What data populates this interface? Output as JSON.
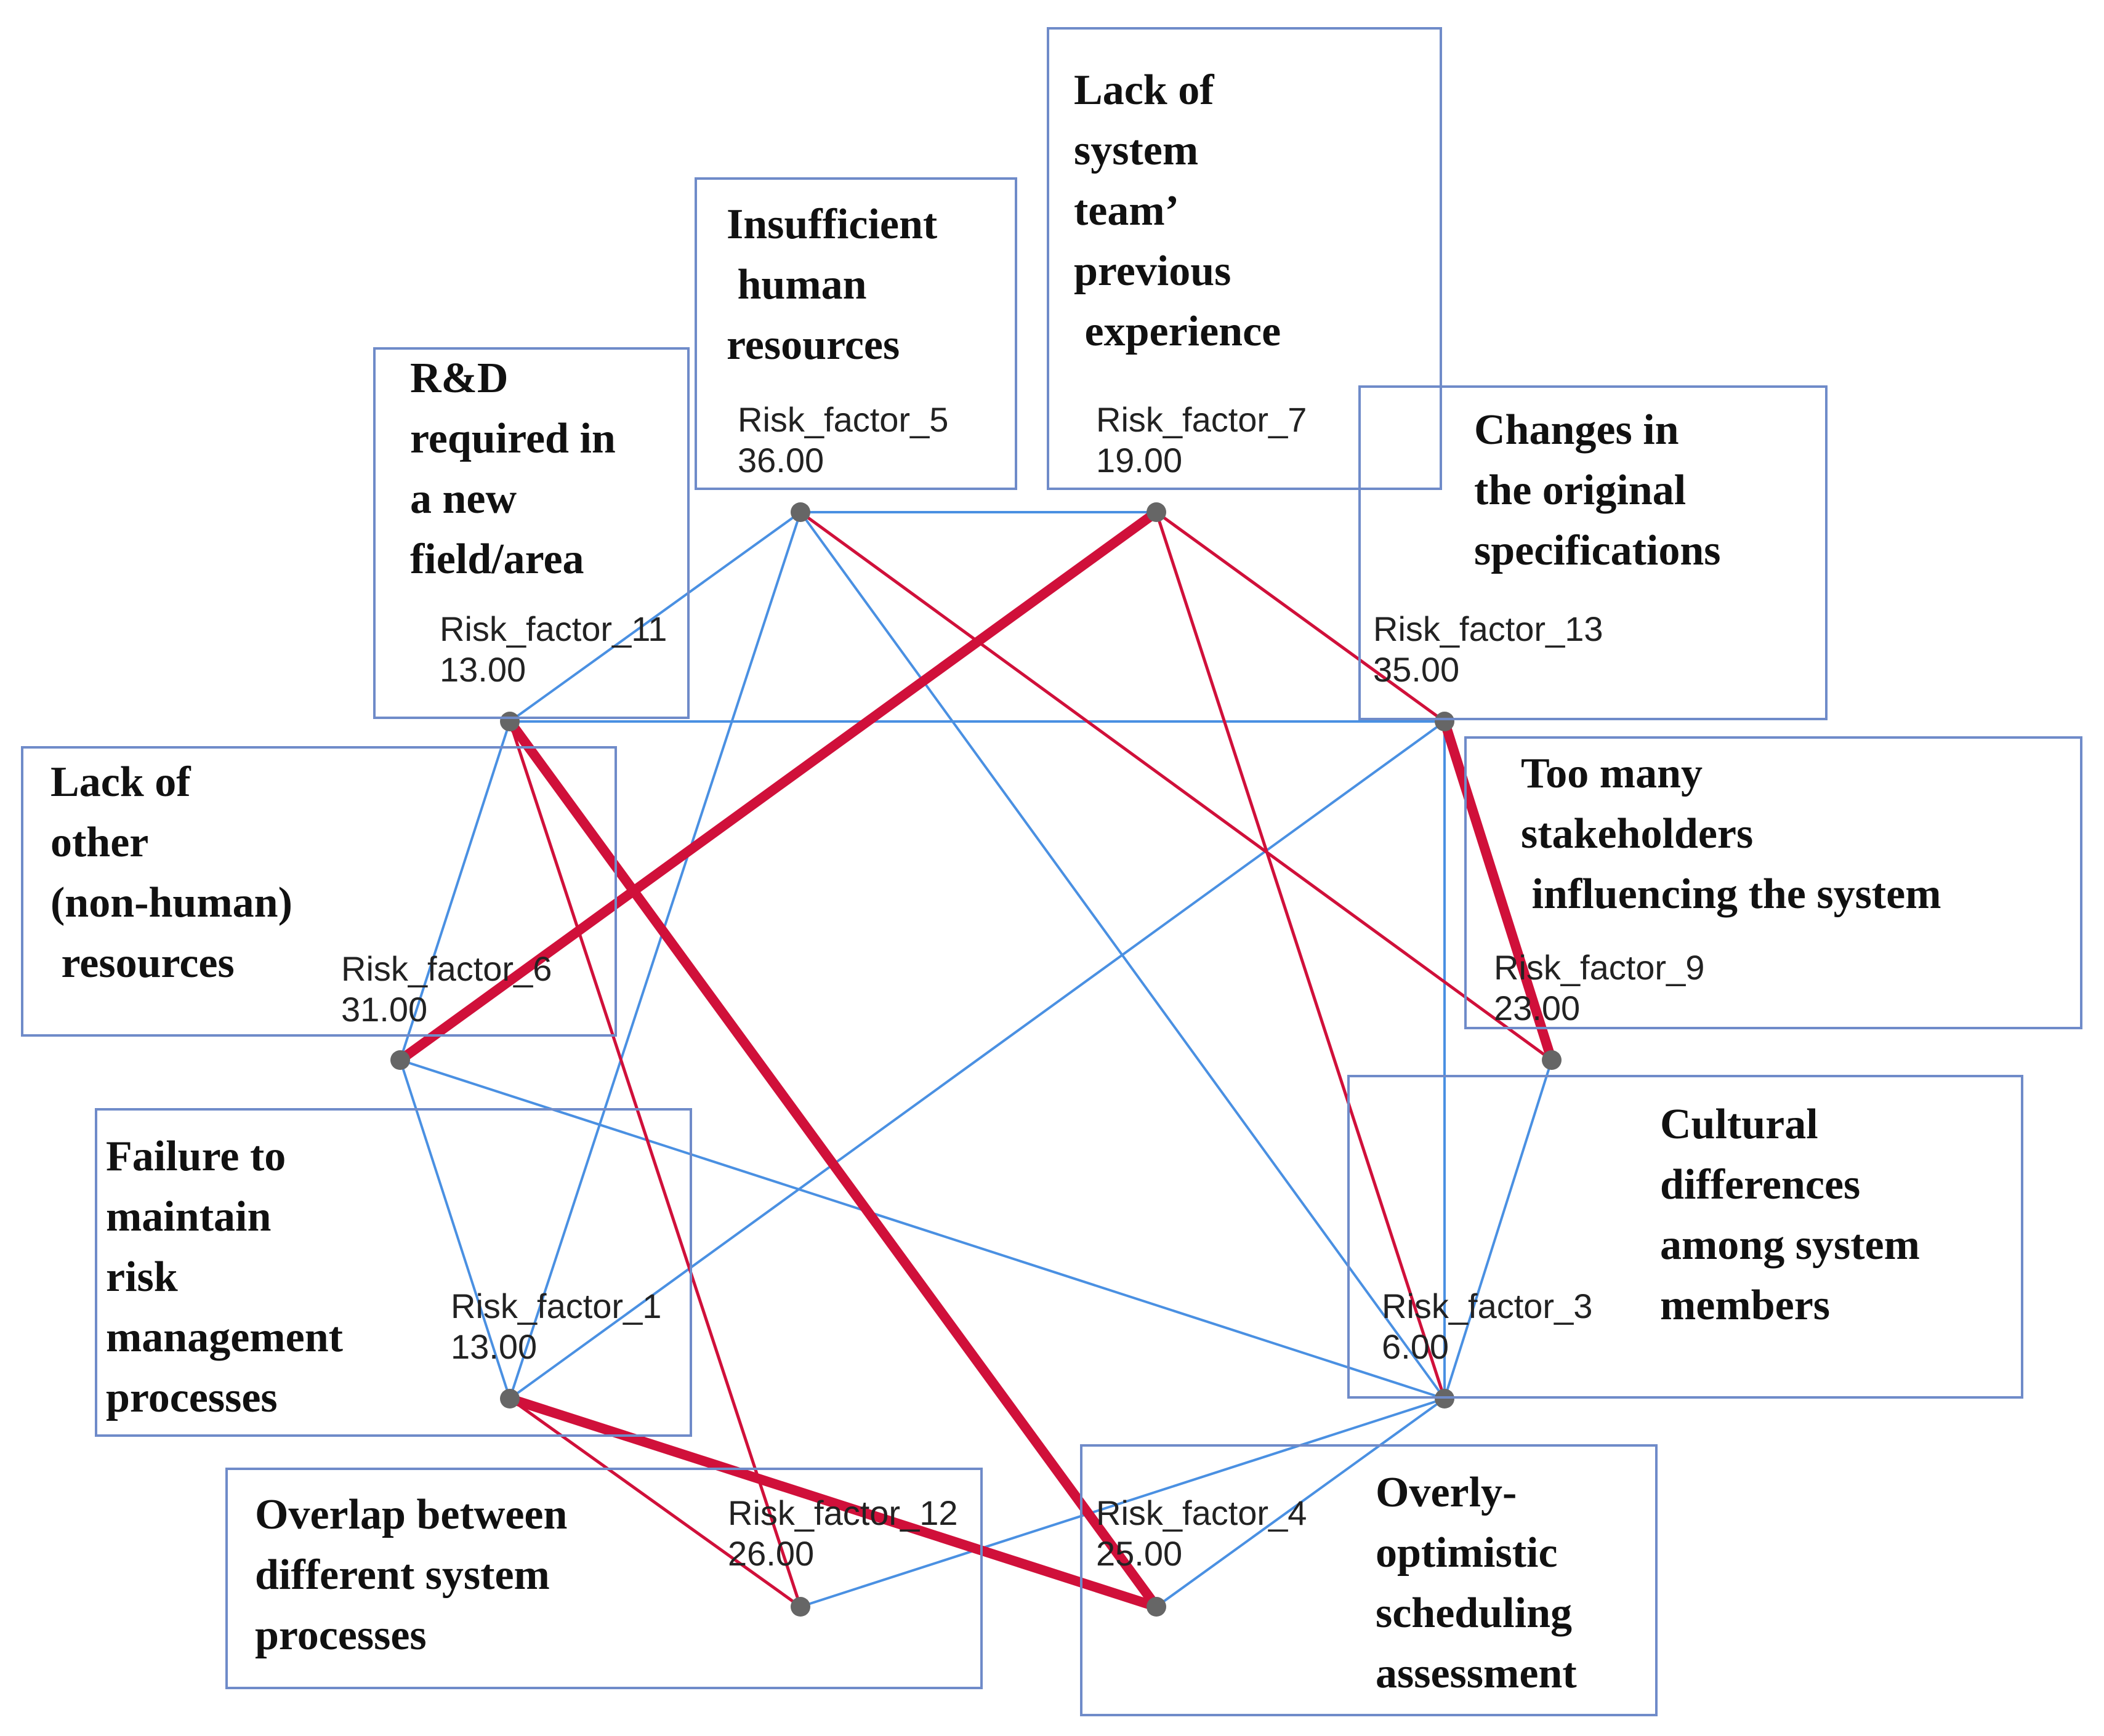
{
  "colors": {
    "weak_edge": "#4a90e2",
    "strong_edge": "#d0103a",
    "node": "#666666",
    "box_border": "#6f8bc9"
  },
  "nodes": [
    {
      "id": "rf5",
      "name": "Risk_factor_5",
      "value": "36.00",
      "description": "Insufficient\n human\nresources"
    },
    {
      "id": "rf7",
      "name": "Risk_factor_7",
      "value": "19.00",
      "description": "Lack of\nsystem\nteam’\nprevious\n experience"
    },
    {
      "id": "rf11",
      "name": "Risk_factor_11",
      "value": "13.00",
      "description": "R&D\nrequired in\na new\nfield/area"
    },
    {
      "id": "rf13",
      "name": "Risk_factor_13",
      "value": "35.00",
      "description": "Changes in\nthe original\nspecifications"
    },
    {
      "id": "rf6",
      "name": "Risk_factor_6",
      "value": "31.00",
      "description": "Lack of\nother\n(non-human)\n resources"
    },
    {
      "id": "rf9",
      "name": "Risk_factor_9",
      "value": "23.00",
      "description": "Too many\nstakeholders\n influencing the system"
    },
    {
      "id": "rf1",
      "name": "Risk_factor_1",
      "value": "13.00",
      "description": "Failure to\nmaintain\nrisk\nmanagement\nprocesses"
    },
    {
      "id": "rf3",
      "name": "Risk_factor_3",
      "value": "6.00",
      "description": "Cultural\ndifferences\namong system\nmembers"
    },
    {
      "id": "rf12",
      "name": "Risk_factor_12",
      "value": "26.00",
      "description": "Overlap between\ndifferent system\nprocesses"
    },
    {
      "id": "rf4",
      "name": "Risk_factor_4",
      "value": "25.00",
      "description": "Overly-\noptimistic\nscheduling\nassessment"
    }
  ],
  "edges": [
    {
      "from": "rf5",
      "to": "rf7",
      "type": "weak"
    },
    {
      "from": "rf5",
      "to": "rf11",
      "type": "weak"
    },
    {
      "from": "rf5",
      "to": "rf1",
      "type": "weak"
    },
    {
      "from": "rf5",
      "to": "rf3",
      "type": "weak"
    },
    {
      "from": "rf11",
      "to": "rf13",
      "type": "weak"
    },
    {
      "from": "rf11",
      "to": "rf6",
      "type": "weak"
    },
    {
      "from": "rf13",
      "to": "rf1",
      "type": "weak"
    },
    {
      "from": "rf13",
      "to": "rf3",
      "type": "weak"
    },
    {
      "from": "rf6",
      "to": "rf1",
      "type": "weak"
    },
    {
      "from": "rf6",
      "to": "rf3",
      "type": "weak"
    },
    {
      "from": "rf9",
      "to": "rf3",
      "type": "weak"
    },
    {
      "from": "rf3",
      "to": "rf4",
      "type": "weak"
    },
    {
      "from": "rf3",
      "to": "rf12",
      "type": "weak"
    },
    {
      "from": "rf5",
      "to": "rf9",
      "type": "medium"
    },
    {
      "from": "rf7",
      "to": "rf13",
      "type": "medium"
    },
    {
      "from": "rf7",
      "to": "rf3",
      "type": "medium"
    },
    {
      "from": "rf11",
      "to": "rf12",
      "type": "medium"
    },
    {
      "from": "rf1",
      "to": "rf12",
      "type": "medium"
    },
    {
      "from": "rf7",
      "to": "rf6",
      "type": "strong"
    },
    {
      "from": "rf11",
      "to": "rf4",
      "type": "strong"
    },
    {
      "from": "rf13",
      "to": "rf9",
      "type": "strong"
    },
    {
      "from": "rf1",
      "to": "rf4",
      "type": "strong"
    }
  ]
}
